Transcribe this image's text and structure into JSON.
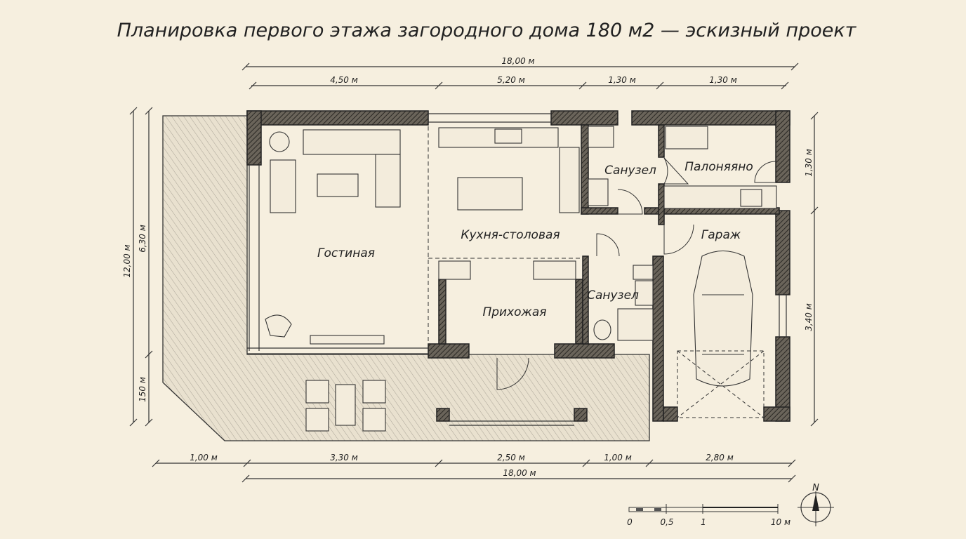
{
  "title": "Планировка первого этажа загородного дома 180 м2 — эскизный проект",
  "dimensions": {
    "top_total": "18,00 м",
    "top_segments": [
      "4,50 м",
      "5,20 м",
      "1,30 м",
      "1,30 м"
    ],
    "left_total": "12,00 м",
    "left_segments": [
      "6,30 м",
      "150 м"
    ],
    "right_segments": [
      "1,30 м",
      "3,40 м"
    ],
    "bottom_segments": [
      "1,00 м",
      "3,30 м",
      "2,50 м",
      "1,00 м",
      "2,80 м"
    ],
    "bottom_total": "18,00 м"
  },
  "rooms": {
    "living": "Гостиная",
    "kitchen": "Кухня-столовая",
    "hall": "Прихожая",
    "bath1": "Санузел",
    "laundry": "Палоняяно",
    "garage": "Гараж",
    "bath2": "Санузел"
  },
  "scale_bar": {
    "labels": [
      "0",
      "0,5",
      "1",
      "10 м"
    ]
  },
  "north_arrow": {
    "label": "N"
  },
  "colors": {
    "paper": "#f6efdf",
    "ink": "#222222"
  }
}
